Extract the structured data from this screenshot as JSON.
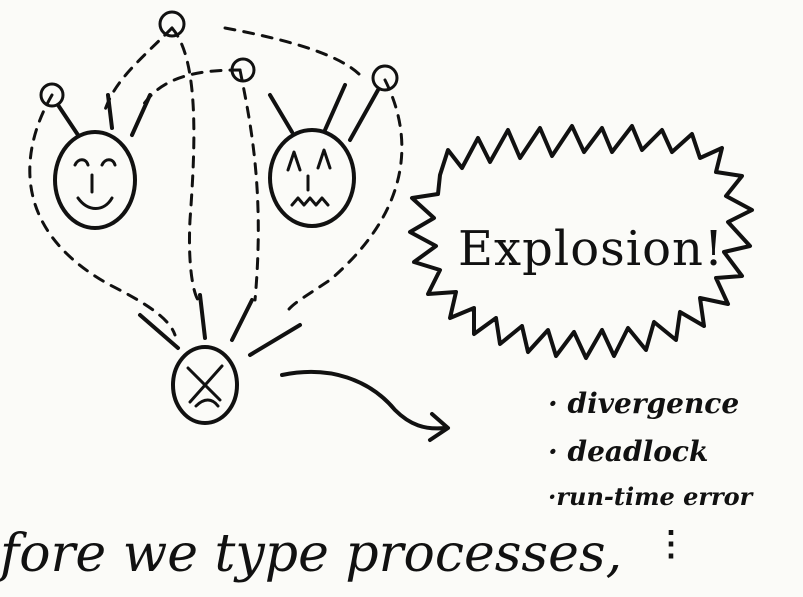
{
  "explosion": {
    "label": "Explosion!"
  },
  "outcomes": [
    "· divergence",
    "· deadlock",
    "·run-time error"
  ],
  "continuation": "⋮",
  "caption": "fore we type processes,"
}
